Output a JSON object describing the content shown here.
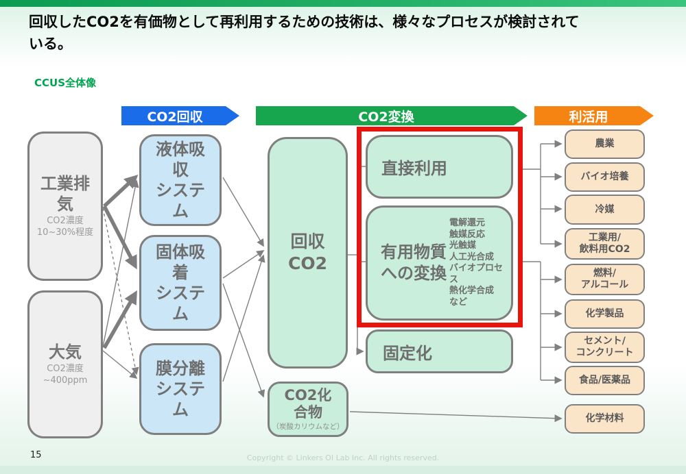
{
  "slide": {
    "top_title": "回収したCO2を有価物として再利用するための技術は、様々なプロセスが検討されて\nいる。",
    "section_label": "CCUS全体像",
    "page_number": "15",
    "copyright": "Copyright © Linkers OI Lab Inc. All rights reserved."
  },
  "colors": {
    "capture_blue": "#1B6CE8",
    "conversion_green": "#17A64E",
    "utilization_orange": "#F58412",
    "highlight_red": "#E8150F"
  },
  "stage_arrows": [
    {
      "label": "CO2回収"
    },
    {
      "label": "CO2変換"
    },
    {
      "label": "利活用"
    }
  ],
  "sources": [
    {
      "title": "工業排気",
      "note": "CO2濃度\n10~30%程度"
    },
    {
      "title": "大気",
      "note": "CO2濃度\n~400ppm"
    }
  ],
  "capture_systems": [
    "液体吸収\nシステム",
    "固体吸着\nシステム",
    "膜分離\nシステム"
  ],
  "captured_co2": "回収\nCO2",
  "co2_compound": {
    "title": "CO2化\n合物",
    "note": "（炭酸カリウムなど）"
  },
  "conversion": {
    "direct_use": "直接利用",
    "useful_material_conversion": "有用物質\nへの変換",
    "processes": [
      "電解還元",
      "触媒反応",
      "光触媒",
      "人工光合成",
      "バイオプロセス",
      "熱化学合成",
      "など"
    ],
    "fixation": "固定化"
  },
  "applications": [
    "農業",
    "バイオ培養",
    "冷媒",
    "工業用/\n飲料用CO2",
    "燃料/\nアルコール",
    "化学製品",
    "セメント/\nコンクリート",
    "食品/医薬品",
    "化学材料"
  ]
}
